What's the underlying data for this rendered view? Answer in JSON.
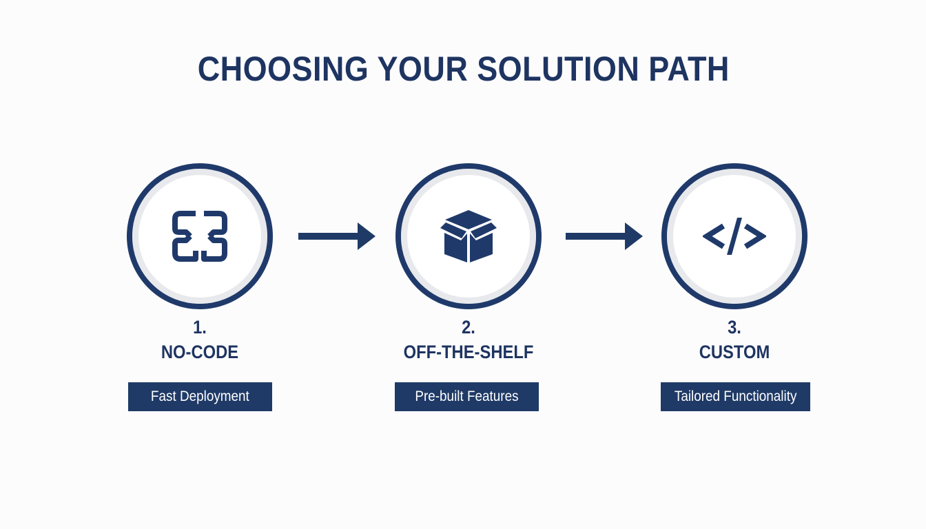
{
  "title": "CHOOSING YOUR SOLUTION PATH",
  "colors": {
    "primary": "#1f3a66",
    "ring_inner": "#e8e9ec",
    "background": "#fcfcfd",
    "tag_text": "#ffffff"
  },
  "steps": [
    {
      "number": "1.",
      "name": "NO-CODE",
      "tag": "Fast Deployment",
      "icon": "modular-blocks-icon"
    },
    {
      "number": "2.",
      "name": "OFF-THE-SHELF",
      "tag": "Pre-built Features",
      "icon": "open-box-icon"
    },
    {
      "number": "3.",
      "name": "CUSTOM",
      "tag": "Tailored Functionality",
      "icon": "code-brackets-icon"
    }
  ],
  "connectors": [
    {
      "from": "1",
      "to": "2",
      "icon": "arrow-right-icon"
    },
    {
      "from": "2",
      "to": "3",
      "icon": "arrow-right-icon"
    }
  ]
}
